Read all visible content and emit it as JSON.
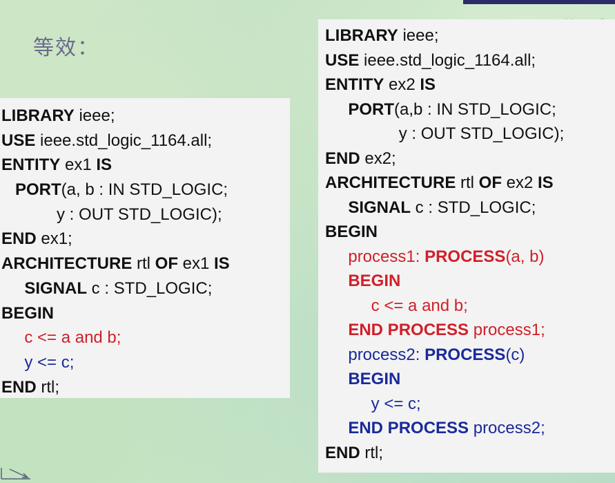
{
  "slide": {
    "title": "等效："
  },
  "watermark": "优酷",
  "code_left": [
    [
      {
        "t": "LIBRARY",
        "s": "kw"
      },
      {
        "t": " ieee;",
        "s": ""
      }
    ],
    [
      {
        "t": "USE",
        "s": "kw"
      },
      {
        "t": " ieee.std_logic_1164.all;",
        "s": ""
      }
    ],
    [
      {
        "t": "ENTITY",
        "s": "kw"
      },
      {
        "t": " ex1 ",
        "s": ""
      },
      {
        "t": "IS",
        "s": "kw"
      }
    ],
    [
      {
        "t": "   PORT",
        "s": "kw"
      },
      {
        "t": "(a, b : IN STD_LOGIC;",
        "s": ""
      }
    ],
    [
      {
        "t": "            y : OUT STD_LOGIC);",
        "s": ""
      }
    ],
    [
      {
        "t": "END",
        "s": "kw"
      },
      {
        "t": " ex1;",
        "s": ""
      }
    ],
    [
      {
        "t": "ARCHITECTURE",
        "s": "kw"
      },
      {
        "t": " rtl ",
        "s": ""
      },
      {
        "t": "OF",
        "s": "kw"
      },
      {
        "t": " ex1 ",
        "s": ""
      },
      {
        "t": "IS",
        "s": "kw"
      }
    ],
    [
      {
        "t": "     SIGNAL",
        "s": "kw"
      },
      {
        "t": " c : STD_LOGIC;",
        "s": ""
      }
    ],
    [
      {
        "t": "BEGIN",
        "s": "kw"
      }
    ],
    [
      {
        "t": "     c <= a and b;",
        "s": "red"
      }
    ],
    [
      {
        "t": "     y <= c;",
        "s": "blue"
      }
    ],
    [
      {
        "t": "END",
        "s": "kw"
      },
      {
        "t": " rtl;",
        "s": ""
      }
    ]
  ],
  "code_right": [
    [
      {
        "t": "LIBRARY",
        "s": "kw"
      },
      {
        "t": " ieee;",
        "s": ""
      }
    ],
    [
      {
        "t": "USE",
        "s": "kw"
      },
      {
        "t": " ieee.std_logic_1164.all;",
        "s": ""
      }
    ],
    [
      {
        "t": "ENTITY",
        "s": "kw"
      },
      {
        "t": " ex2 ",
        "s": ""
      },
      {
        "t": "IS",
        "s": "kw"
      }
    ],
    [
      {
        "t": "     PORT",
        "s": "kw"
      },
      {
        "t": "(a,b : IN STD_LOGIC;",
        "s": ""
      }
    ],
    [
      {
        "t": "                y : OUT STD_LOGIC);",
        "s": ""
      }
    ],
    [
      {
        "t": "END",
        "s": "kw"
      },
      {
        "t": " ex2;",
        "s": ""
      }
    ],
    [
      {
        "t": "ARCHITECTURE",
        "s": "kw"
      },
      {
        "t": " rtl ",
        "s": ""
      },
      {
        "t": "OF",
        "s": "kw"
      },
      {
        "t": " ex2 ",
        "s": ""
      },
      {
        "t": "IS",
        "s": "kw"
      }
    ],
    [
      {
        "t": "     SIGNAL",
        "s": "kw"
      },
      {
        "t": " c : STD_LOGIC;",
        "s": ""
      }
    ],
    [
      {
        "t": "BEGIN",
        "s": "kw"
      }
    ],
    [
      {
        "t": "     process1: ",
        "s": "red"
      },
      {
        "t": "PROCESS",
        "s": "red kw"
      },
      {
        "t": "(a, b)",
        "s": "red"
      }
    ],
    [
      {
        "t": "     BEGIN",
        "s": "red kw"
      }
    ],
    [
      {
        "t": "          c <= a and b;",
        "s": "red"
      }
    ],
    [
      {
        "t": "     END PROCESS",
        "s": "red kw"
      },
      {
        "t": " process1;",
        "s": "red"
      }
    ],
    [
      {
        "t": "     process2: ",
        "s": "blue"
      },
      {
        "t": "PROCESS",
        "s": "blue kw"
      },
      {
        "t": "(c)",
        "s": "blue"
      }
    ],
    [
      {
        "t": "     BEGIN",
        "s": "blue kw"
      }
    ],
    [
      {
        "t": "          y <= c;",
        "s": "blue"
      }
    ],
    [
      {
        "t": "     END PROCESS",
        "s": "blue kw"
      },
      {
        "t": " process2;",
        "s": "blue"
      }
    ],
    [
      {
        "t": "END",
        "s": "kw"
      },
      {
        "t": " rtl;",
        "s": ""
      }
    ]
  ]
}
